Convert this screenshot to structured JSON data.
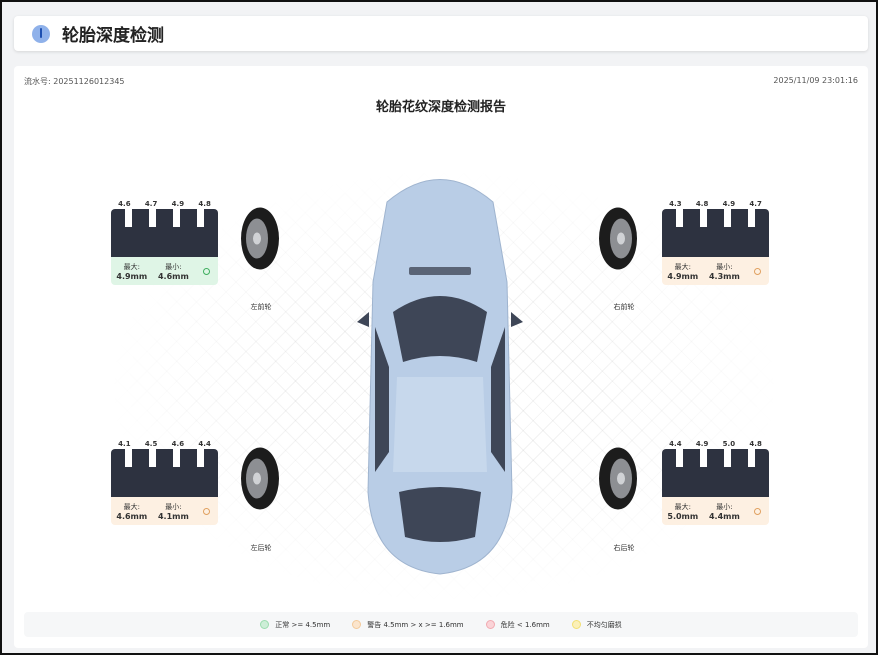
{
  "header": {
    "title": "轮胎深度检测",
    "icon": "gauge-icon"
  },
  "report": {
    "serial": "流水号: 20251126012345",
    "time": "2025/11/09 23:01:16",
    "title": "轮胎花纹深度检测报告"
  },
  "wheels": [
    {
      "label": "左前轮",
      "depths": [
        "4.6",
        "4.7",
        "4.9",
        "4.8"
      ],
      "max_label": "最大:",
      "max": "4.9mm",
      "min_label": "最小:",
      "min": "4.6mm",
      "status": "normal"
    },
    {
      "label": "右前轮",
      "depths": [
        "4.3",
        "4.8",
        "4.9",
        "4.7"
      ],
      "max_label": "最大:",
      "max": "4.9mm",
      "min_label": "最小:",
      "min": "4.3mm",
      "status": "warning"
    },
    {
      "label": "左后轮",
      "depths": [
        "4.1",
        "4.5",
        "4.6",
        "4.4"
      ],
      "max_label": "最大:",
      "max": "4.6mm",
      "min_label": "最小:",
      "min": "4.1mm",
      "status": "warning"
    },
    {
      "label": "右后轮",
      "depths": [
        "4.4",
        "4.9",
        "5.0",
        "4.8"
      ],
      "max_label": "最大:",
      "max": "5.0mm",
      "min_label": "最小:",
      "min": "4.4mm",
      "status": "warning"
    }
  ],
  "legend": [
    {
      "label": "正常 >= 4.5mm",
      "color": "#9bdcae"
    },
    {
      "label": "警告 4.5mm > x >= 1.6mm",
      "color": "#f3c99a"
    },
    {
      "label": "危险 < 1.6mm",
      "color": "#f1a9b0"
    },
    {
      "label": "不均匀磨损",
      "color": "#f2df73"
    }
  ],
  "colors": {
    "normal_bg": "#dff5e6",
    "warning_bg": "#fdf0e2",
    "normal": "#3fae5f",
    "warning": "#e0a060",
    "car": "#b9cde6"
  }
}
